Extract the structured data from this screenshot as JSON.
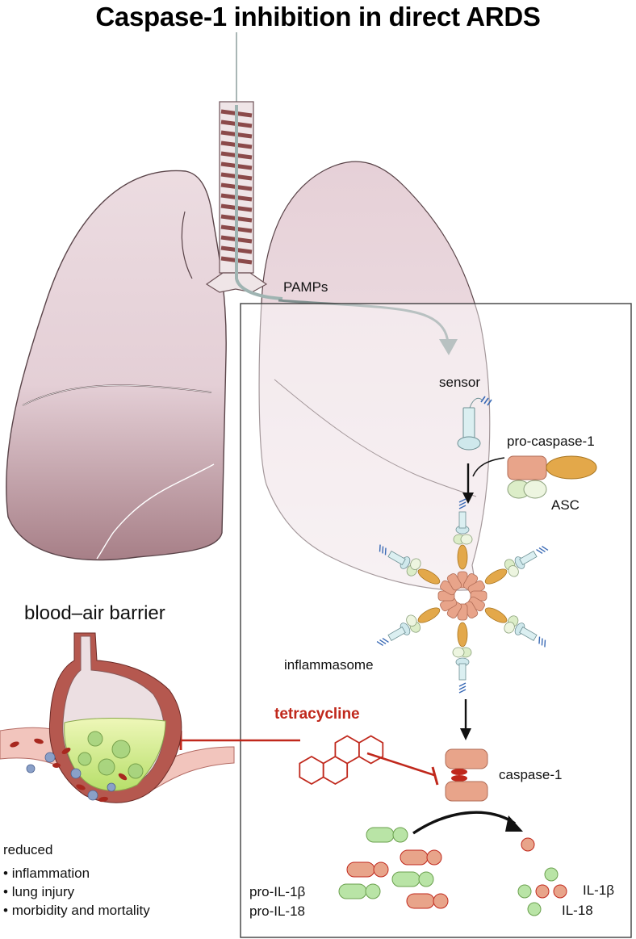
{
  "title": "Caspase-1 inhibition in direct ARDS",
  "labels": {
    "pamps": "PAMPs",
    "sensor": "sensor",
    "pro_caspase": "pro-caspase-1",
    "asc": "ASC",
    "inflammasome": "inflammasome",
    "barrier": "blood–air barrier",
    "tetracycline": "tetracycline",
    "caspase": "caspase-1",
    "pro_il1b": "pro-IL-1β",
    "pro_il18": "pro-IL-18",
    "il1b": "IL-1β",
    "il18": "IL-18",
    "reduced": "reduced"
  },
  "outcomes": [
    "inflammation",
    "lung injury",
    "morbidity and mortality"
  ],
  "colors": {
    "inhibitor_red": "#c0281c",
    "caspase_salmon": "#e8a48a",
    "orange": "#e3a84a",
    "asc_green": "#dcedc8",
    "sensor_blue": "#cfe8ec",
    "il18_green": "#b9e4a6",
    "lung": "#e8d4da",
    "tissue_pink": "#f2c5bd"
  }
}
